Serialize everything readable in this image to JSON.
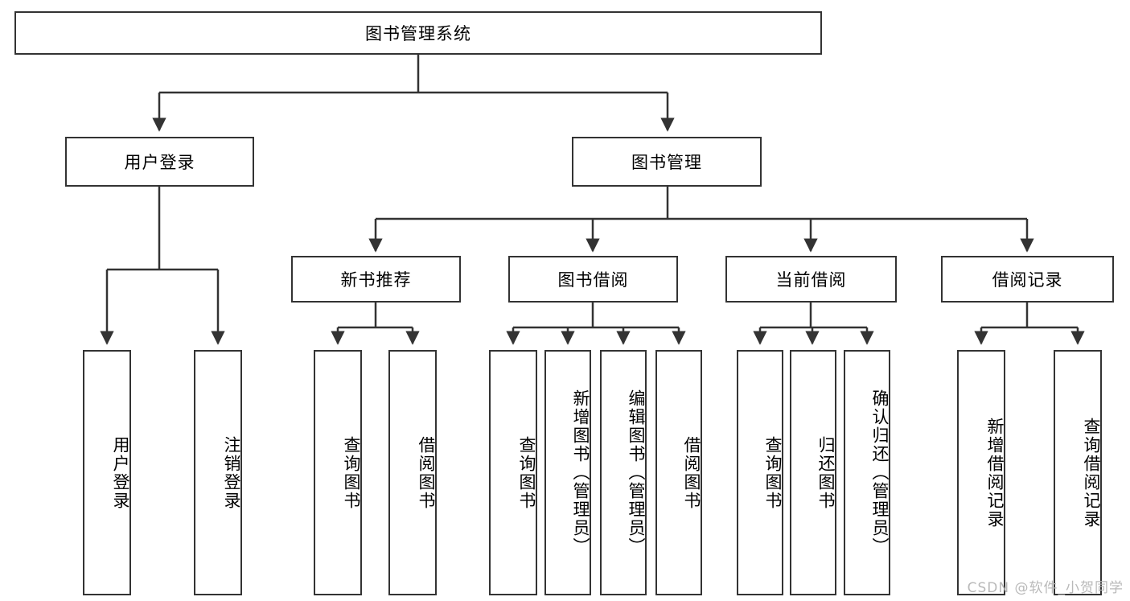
{
  "diagram": {
    "title": "图书管理系统",
    "type": "tree-hierarchy",
    "background_color": "#ffffff",
    "line_color": "#333333",
    "box_border_color": "#333333",
    "box_fill_color": "#ffffff",
    "text_color": "#000000",
    "watermark": "CSDN @软件_小贺同学",
    "watermark_color": "#b9b9b9"
  },
  "nodes": {
    "root": {
      "label": "图书管理系统"
    },
    "level2": [
      {
        "label": "用户登录"
      },
      {
        "label": "图书管理"
      }
    ],
    "level3": [
      {
        "label": "新书推荐"
      },
      {
        "label": "图书借阅"
      },
      {
        "label": "当前借阅"
      },
      {
        "label": "借阅记录"
      }
    ],
    "leaves_user_login": [
      {
        "label": "用户登录"
      },
      {
        "label": "注销登录"
      }
    ],
    "leaves_new_book": [
      {
        "label": "查询图书"
      },
      {
        "label": "借阅图书"
      }
    ],
    "leaves_borrow": [
      {
        "label": "查询图书"
      },
      {
        "label": "新增图书（管理员）"
      },
      {
        "label": "编辑图书（管理员）"
      },
      {
        "label": "借阅图书"
      }
    ],
    "leaves_current": [
      {
        "label": "查询图书"
      },
      {
        "label": "归还图书"
      },
      {
        "label": "确认归还（管理员）"
      }
    ],
    "leaves_record": [
      {
        "label": "新增借阅记录"
      },
      {
        "label": "查询借阅记录"
      }
    ]
  }
}
